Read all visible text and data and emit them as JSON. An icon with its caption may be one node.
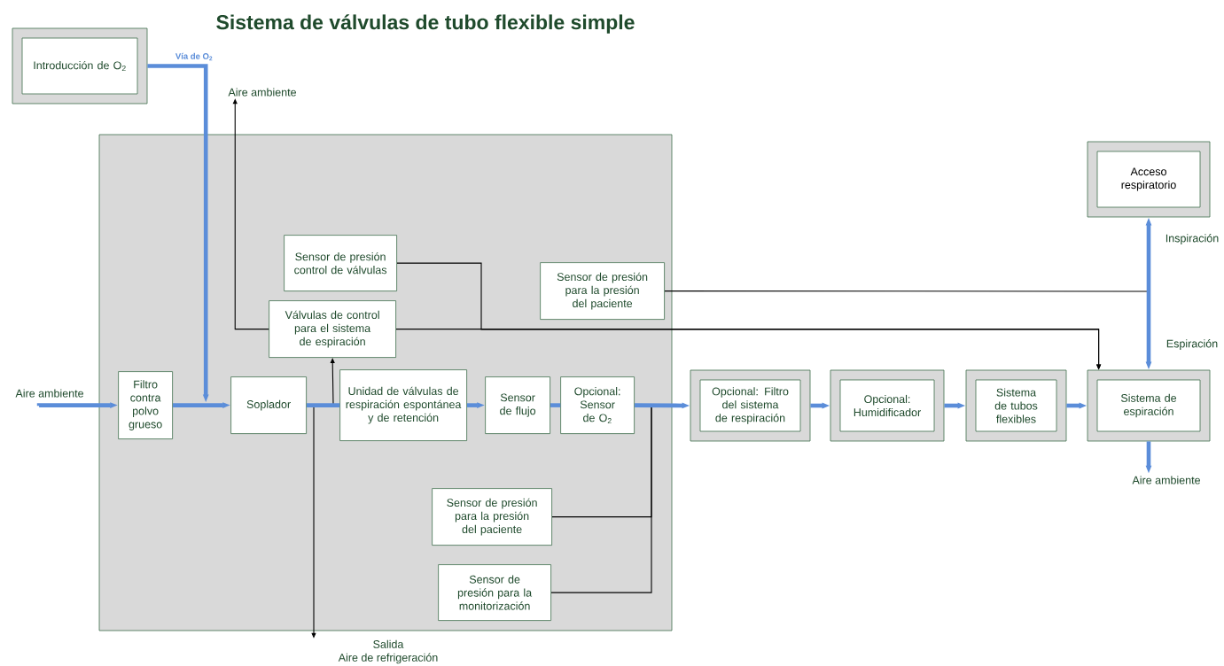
{
  "diagram": {
    "title": "Sistema de válvulas de tubo flexible simple",
    "nodes": [
      {
        "text": [],
        "shape": "box"
      },
      {
        "text": [
          "Introducción de O$_{2}$"
        ]
      },
      {
        "text": [
          "Aire ambiente"
        ]
      },
      {
        "text": [
          "Aire ambiente"
        ]
      },
      {
        "text": [
          "Filtro contra polvo grueso"
        ],
        "in": 0
      },
      {
        "text": [
          "Soplador"
        ],
        "in": 0
      },
      {
        "text": [
          "Sensor de presión control de válvulas"
        ],
        "in": 0
      },
      {
        "text": [
          "Válvulas de control para el sistema de espiración"
        ],
        "in": 0
      },
      {
        "text": [
          "Unidad de válvulas de respiración espontánea y de retención"
        ],
        "in": 0
      },
      {
        "text": [
          "Sensor de flujo"
        ],
        "in": 0
      },
      {
        "text": [
          "Opcional: Sensor de O$_{2}$"
        ],
        "in": 0
      },
      {
        "text": [
          "Sensor de presión para la presión del paciente"
        ],
        "in": 0
      },
      {
        "text": [
          "Sensor de presión para la presión del paciente"
        ],
        "in": 0
      },
      {
        "text": [
          "Sensor de presión para la monitorización"
        ],
        "in": 0
      },
      {
        "text": [
          "Salida",
          "Aire de refrigeración"
        ]
      },
      {
        "text": [
          "Acceso respiratorio"
        ]
      },
      {
        "text": [
          "Opcional: Filtro del sistema de respiración"
        ]
      },
      {
        "text": [
          "Opcional: Humidificador"
        ]
      },
      {
        "text": [
          "Sistema de tubos flexibles"
        ]
      },
      {
        "text": [
          "Sistema de espiración"
        ]
      },
      {
        "text": [
          "Aire ambiente"
        ]
      }
    ],
    "edges": [
      {
        "from": 3,
        "to": 4,
        "arrow": "to"
      },
      {
        "from": 4,
        "to": 5,
        "arrow": "to"
      },
      {
        "from": 1,
        "to": 5,
        "arrow": "to",
        "label": "Vía de O$_{2}$"
      },
      {
        "from": 5,
        "to": 8,
        "arrow": "none"
      },
      {
        "from": 8,
        "to": 9,
        "arrow": "to"
      },
      {
        "from": 9,
        "to": 10,
        "arrow": "none"
      },
      {
        "from": 10,
        "to": 16,
        "arrow": "to"
      },
      {
        "from": 16,
        "to": 17,
        "arrow": "to"
      },
      {
        "from": 17,
        "to": 18,
        "arrow": "to"
      },
      {
        "from": 18,
        "to": 19,
        "arrow": "to"
      },
      {
        "from": 19,
        "to": 15,
        "arrow": "both"
      },
      {
        "from": 19,
        "to": 20,
        "arrow": "to"
      },
      {
        "from": 7,
        "to": 2,
        "arrow": "to",
        "color": "#000000"
      },
      {
        "from": 5,
        "to": 7,
        "arrow": "to",
        "color": "#000000"
      },
      {
        "from": 5,
        "to": 14,
        "arrow": "to",
        "color": "#000000"
      },
      {
        "from": 6,
        "to": 19,
        "arrow": "to",
        "color": "#000000"
      },
      {
        "from": 7,
        "to": 19,
        "arrow": "to",
        "color": "#000000"
      },
      {
        "from": 11,
        "to": null,
        "arrow": "none",
        "color": "#000000"
      },
      {
        "from": 12,
        "to": 10,
        "arrow": "none",
        "color": "#000000"
      },
      {
        "from": 13,
        "to": 10,
        "arrow": "none",
        "color": "#000000"
      }
    ],
    "labels": [
      "Inspiración",
      "Espiración"
    ]
  }
}
